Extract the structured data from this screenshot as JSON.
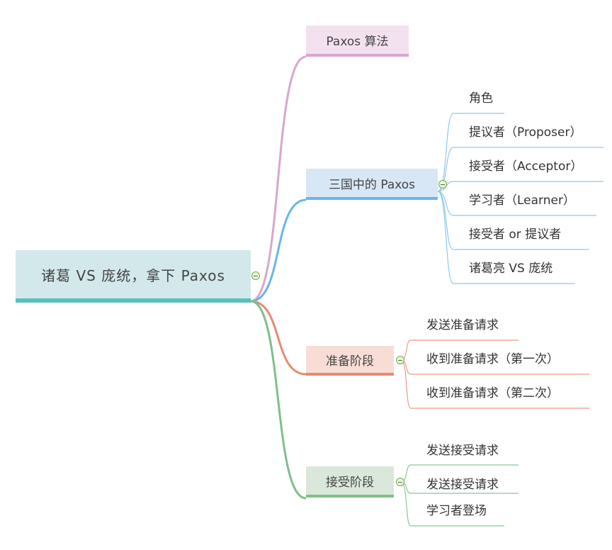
{
  "mindmap": {
    "root": "诸葛 VS 庞统，拿下 Paxos",
    "branches": [
      {
        "label": "Paxos 算法",
        "children": []
      },
      {
        "label": "三国中的 Paxos",
        "children": [
          "角色",
          "提议者（Proposer）",
          "接受者（Acceptor）",
          "学习者（Learner）",
          "接受者 or 提议者",
          "诸葛亮 VS 庞统"
        ]
      },
      {
        "label": "准备阶段",
        "children": [
          "发送准备请求",
          "收到准备请求（第一次）",
          "收到准备请求（第二次）"
        ]
      },
      {
        "label": "接受阶段",
        "children": [
          "发送接受请求",
          "发送接受请求",
          "学习者登场"
        ]
      }
    ]
  },
  "colors": {
    "root": "#5bbfc0",
    "branch_1": "#d9a6cd",
    "branch_2": "#6ab4ea",
    "branch_3": "#e58a72",
    "branch_4": "#7fbf8a"
  },
  "icons": {
    "collapse": "minus-circle-icon"
  }
}
